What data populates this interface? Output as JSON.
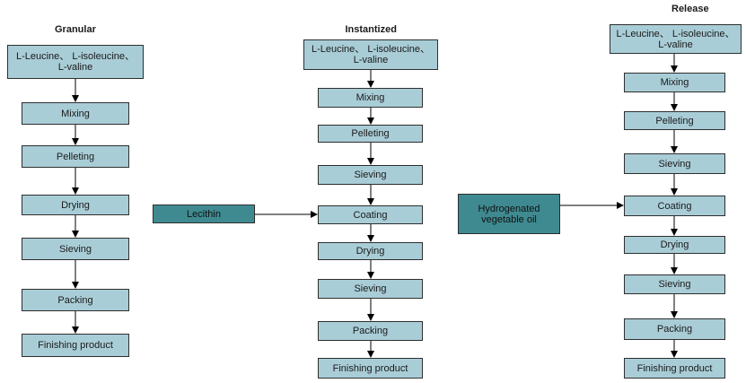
{
  "columns": {
    "granular": {
      "title": "Granular",
      "source": [
        "L-Leucine、 L-isoleucine、",
        "L-valine"
      ],
      "steps": [
        "Mixing",
        "Pelleting",
        "Drying",
        "Sieving",
        "Packing",
        "Finishing product"
      ]
    },
    "instantized": {
      "title": "Instantized",
      "source": [
        "L-Leucine、 L-isoleucine、",
        "L-valine"
      ],
      "steps": [
        "Mixing",
        "Pelleting",
        "Sieving",
        "Coating",
        "Drying",
        "Sieving",
        "Packing",
        "Finishing product"
      ]
    },
    "release": {
      "title": "Release",
      "source": [
        "L-Leucine、 L-isoleucine、",
        "L-valine"
      ],
      "steps": [
        "Mixing",
        "Pelleting",
        "Sieving",
        "Coating",
        "Drying",
        "Sieving",
        "Packing",
        "Finishing product"
      ]
    }
  },
  "additives": {
    "lecithin": "Lecithin",
    "hydrogenated_oil": [
      "Hydrogenated",
      "vegetable oil"
    ]
  },
  "colors": {
    "box_fill": "#a9cdd7",
    "additive_fill": "#3f8a91",
    "stroke": "#2e2e2e"
  }
}
